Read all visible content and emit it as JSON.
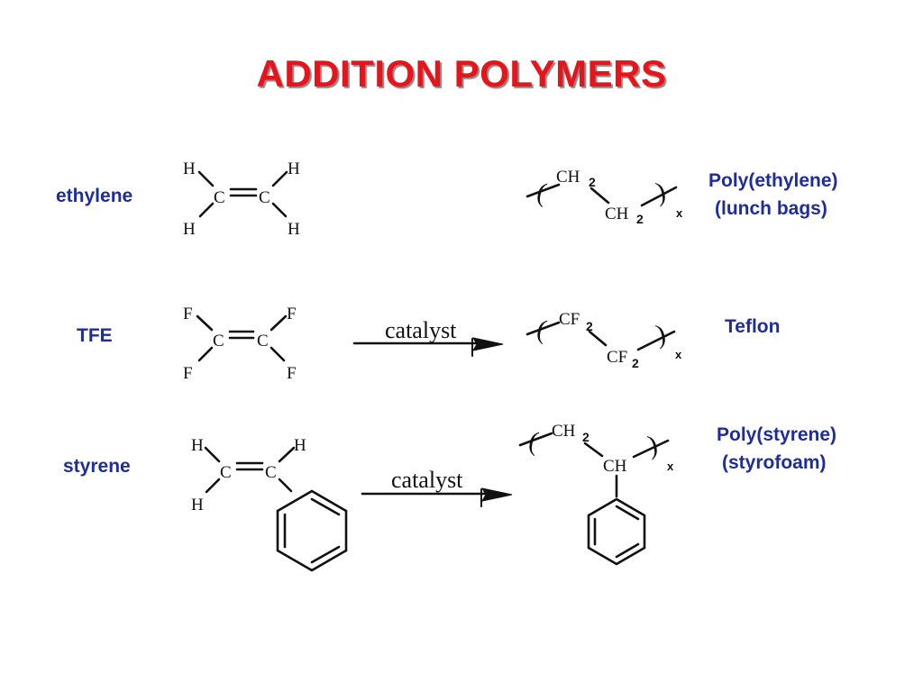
{
  "slide": {
    "title": "ADDITION POLYMERS"
  },
  "rows": [
    {
      "monomer_name": "ethylene",
      "monomer_atoms": {
        "left_top": "H",
        "left_bottom": "H",
        "right_top": "H",
        "right_bottom": "H",
        "carbon_left": "C",
        "carbon_right": "C"
      },
      "arrow_label": "",
      "polymer_units": {
        "top": "CH",
        "top_sub": "2",
        "bottom": "CH",
        "bottom_sub": "2",
        "repeat": "x"
      },
      "polymer_name_lines": [
        "Poly(ethylene)",
        "(lunch bags)"
      ]
    },
    {
      "monomer_name": "TFE",
      "monomer_atoms": {
        "left_top": "F",
        "left_bottom": "F",
        "right_top": "F",
        "right_bottom": "F",
        "carbon_left": "C",
        "carbon_right": "C"
      },
      "arrow_label": "catalyst",
      "polymer_units": {
        "top": "CF",
        "top_sub": "2",
        "bottom": "CF",
        "bottom_sub": "2",
        "repeat": "x"
      },
      "polymer_name_lines": [
        "Teflon"
      ]
    },
    {
      "monomer_name": "styrene",
      "monomer_atoms": {
        "left_top": "H",
        "left_bottom": "H",
        "right_top": "H",
        "carbon_left": "C",
        "carbon_right": "C"
      },
      "arrow_label": "catalyst",
      "polymer_units": {
        "top": "CH",
        "top_sub": "2",
        "bottom": "CH",
        "repeat": "x"
      },
      "polymer_name_lines": [
        "Poly(styrene)",
        "(styrofoam)"
      ]
    }
  ],
  "glyphs": {
    "open_paren": "(",
    "close_paren": ")"
  }
}
